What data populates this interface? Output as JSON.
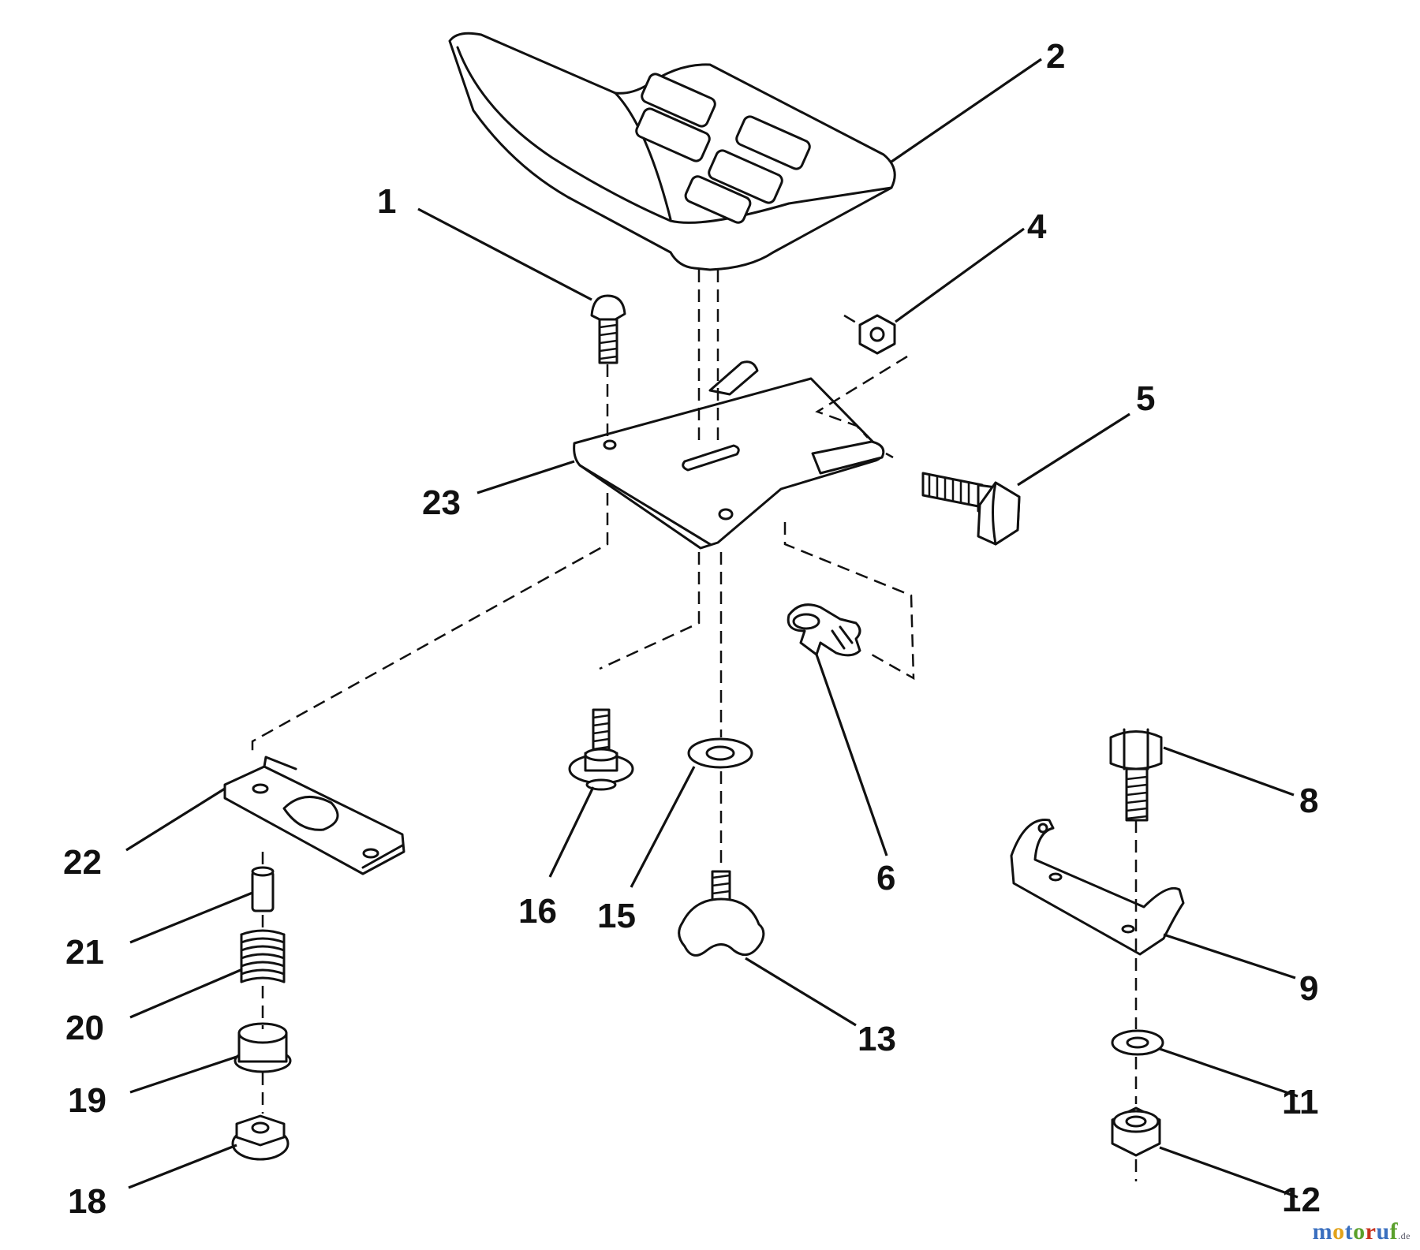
{
  "diagram": {
    "callouts": [
      "1",
      "2",
      "4",
      "5",
      "6",
      "8",
      "9",
      "11",
      "12",
      "13",
      "15",
      "16",
      "18",
      "19",
      "20",
      "21",
      "22",
      "23"
    ]
  },
  "watermark": {
    "brand_parts": [
      "m",
      "o",
      "t",
      "o",
      "r",
      "u",
      "f"
    ],
    "brand_colors": [
      "#3a6fbf",
      "#e2a21a",
      "#3a6fbf",
      "#5aa02c",
      "#c8321e",
      "#3a6fbf",
      "#5aa02c"
    ],
    "domain_suffix": ".de"
  }
}
